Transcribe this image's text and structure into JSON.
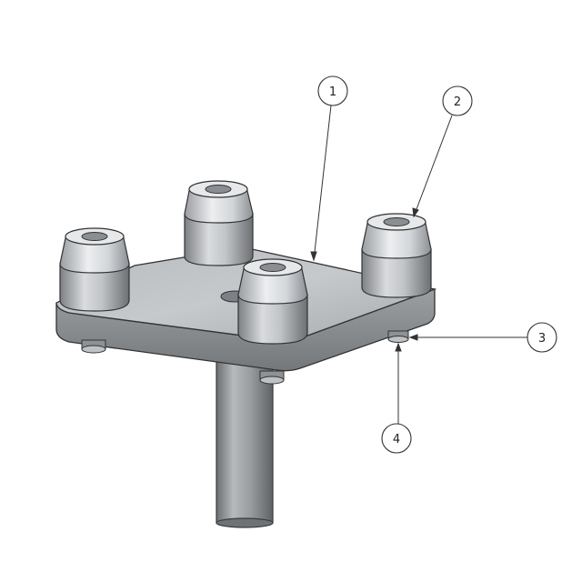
{
  "diagram": {
    "balloons": [
      {
        "label": "1"
      },
      {
        "label": "2"
      },
      {
        "label": "3"
      },
      {
        "label": "4"
      }
    ],
    "colors": {
      "line": "#333333",
      "metal_light": "#d4d6d8",
      "metal_mid": "#a9acaf",
      "metal_dark": "#6f7275",
      "background": "#ffffff"
    }
  }
}
